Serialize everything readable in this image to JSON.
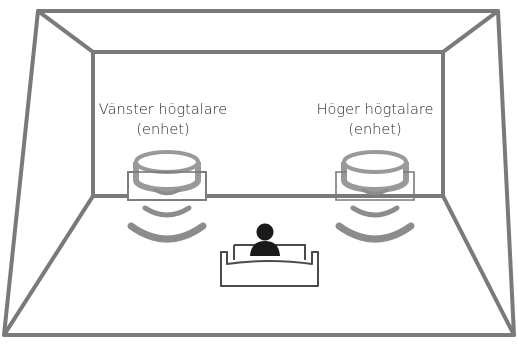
{
  "diagram": {
    "speakers": {
      "left": {
        "label_line1": "Vänster högtalare",
        "label_line2": "(enhet)"
      },
      "right": {
        "label_line1": "Höger högtalare",
        "label_line2": "(enhet)"
      }
    },
    "colors": {
      "outline": "#7a7a7a",
      "ring": "#999999",
      "sound_wave": "#8c8c8c",
      "listener": "#1a1a1a",
      "text": "#2a2a2a"
    }
  }
}
